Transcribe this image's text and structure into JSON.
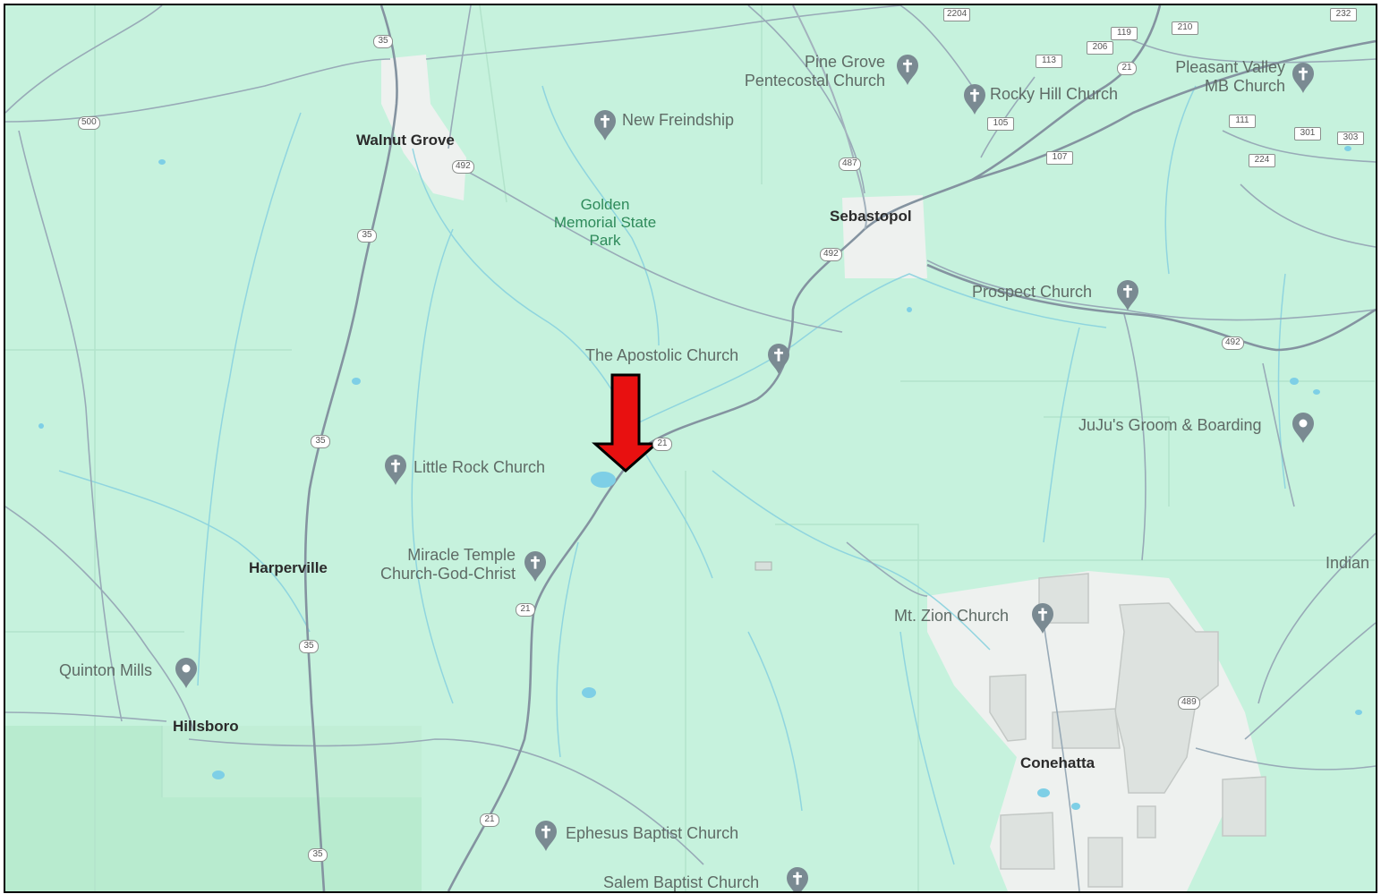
{
  "colors": {
    "land": "#c6f2dd",
    "road": "#8a9caa",
    "stream": "#8ad2df",
    "urban": "#eef1ef",
    "forest": "#b8ebcf",
    "marker": "#e81010"
  },
  "towns": {
    "walnut_grove": "Walnut Grove",
    "sebastopol": "Sebastopol",
    "harperville": "Harperville",
    "hillsboro": "Hillsboro",
    "conehatta": "Conehatta"
  },
  "park": {
    "name": "Golden Memorial State Park"
  },
  "places": {
    "pine_grove": "Pine Grove Pentecostal Church",
    "rocky_hill": "Rocky Hill Church",
    "pleasant_valley": "Pleasant Valley MB Church",
    "new_freindship": "New Freindship",
    "prospect": "Prospect Church",
    "apostolic": "The Apostolic Church",
    "juju": "JuJu's Groom & Boarding",
    "little_rock": "Little Rock Church",
    "miracle_temple": "Miracle Temple Church-God-Christ",
    "mt_zion": "Mt. Zion Church",
    "quinton_mills": "Quinton Mills",
    "ephesus": "Ephesus Baptist Church",
    "salem": "Salem Baptist Church",
    "indian": "Indian"
  },
  "routes": {
    "r35": "35",
    "r21": "21",
    "r492": "492",
    "r487": "487",
    "r489": "489",
    "r500": "500",
    "r2204": "2204",
    "r232": "232",
    "r210": "210",
    "r119": "119",
    "r206": "206",
    "r113": "113",
    "r105": "105",
    "r107": "107",
    "r111": "111",
    "r301": "301",
    "r303": "303",
    "r224": "224"
  },
  "icons": {
    "church": "church-cross-icon",
    "place": "place-pin-icon",
    "marker": "red-arrow-marker"
  }
}
